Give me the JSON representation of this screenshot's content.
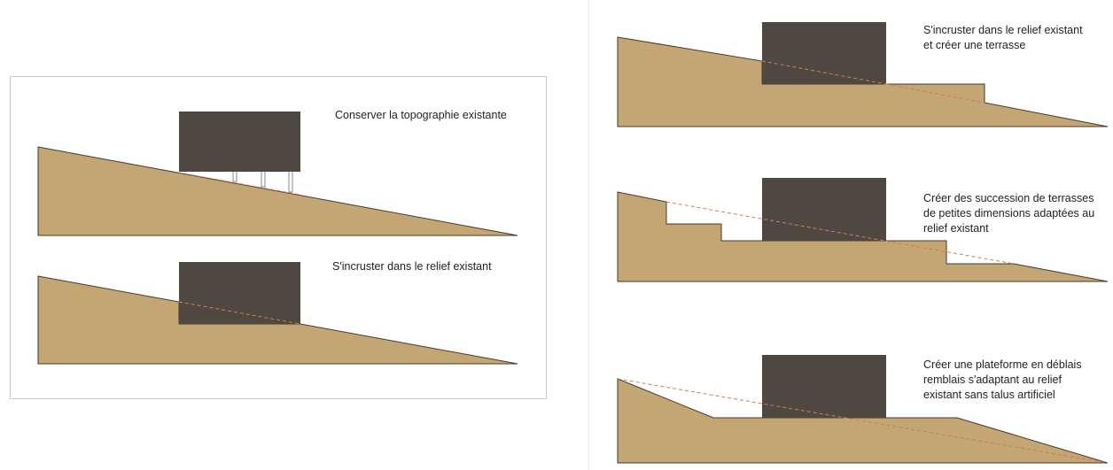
{
  "colors": {
    "terrain": "#c4a574",
    "terrain_edge": "#4a3a2a",
    "building": "#4f4840",
    "original_slope_line": "#d47a5a",
    "frame": "#c9c9c9"
  },
  "scenarios": {
    "conserve": {
      "label": "Conserver la topographie existante"
    },
    "incruster": {
      "label": "S'incruster dans le relief existant"
    },
    "terrasse": {
      "label": "S'incruster dans le relief existant\net créer une terrasse"
    },
    "succession": {
      "label": "Créer des succession de terrasses\nde petites dimensions adaptées au\nrelief existant"
    },
    "plateforme": {
      "label": "Créer une plateforme en déblais\nremblais s'adaptant au relief\nexistant sans talus artificiel"
    }
  }
}
